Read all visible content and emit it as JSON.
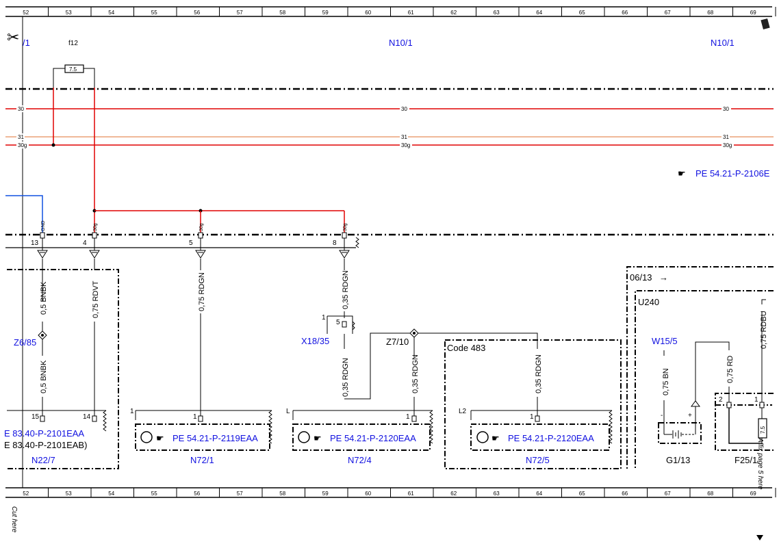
{
  "ruler": {
    "top": [
      "52",
      "53",
      "54",
      "55",
      "56",
      "57",
      "58",
      "59",
      "60",
      "61",
      "62",
      "63",
      "64",
      "65",
      "66",
      "67",
      "68",
      "69"
    ],
    "bottom": [
      "52",
      "53",
      "54",
      "55",
      "56",
      "57",
      "58",
      "59",
      "60",
      "61",
      "62",
      "63",
      "64",
      "65",
      "66",
      "67",
      "68",
      "69"
    ]
  },
  "margins": {
    "cut_here": "Cut here",
    "affix_here": "Affix page 5 here"
  },
  "fuse": {
    "name": "f12",
    "rating": "7.5"
  },
  "modules": {
    "left": "/1",
    "center": "N10/1",
    "right": "N10/1"
  },
  "buses": {
    "b30": "30",
    "b31": "31",
    "b30g": "30g"
  },
  "refs": {
    "top_right": "PE 54.21-P-2106E",
    "n22_a": "E 83.40-P-2101EAA",
    "n22_b": "E 83.40-P-2101EAB)",
    "n72_1": "PE 54.21-P-2119EAA",
    "n72_4": "PE 54.21-P-2120EAA",
    "n72_5": "PE 54.21-P-2120EAA"
  },
  "connector": {
    "pins": [
      "13",
      "4",
      "5",
      "8"
    ],
    "taps": [
      "GND",
      "30g",
      "30g",
      "30g"
    ]
  },
  "wires": {
    "w1a": "0,5 BNBK",
    "w1b": "0,5 BNBK",
    "w2": "0,75 RDVT",
    "w3": "0,75 RDGN",
    "w4a": "0,35 RDGN",
    "w4b": "0,35 RDGN",
    "w5": "0,35 RDGN",
    "w6": "0,35 RDGN",
    "w7": "0,75 BN",
    "w8": "0,75 RD",
    "w9": "0,75 RDBU"
  },
  "components": {
    "z6": "Z6/85",
    "x18": "X18/35",
    "x18_pin1": "1",
    "x18_pin5": "5",
    "z7": "Z7/10",
    "code": "Code 483",
    "dateflag": "06/13",
    "u240": "U240",
    "w15": "W15/5",
    "g1": "G1/13",
    "f25": "F25/1",
    "n22": "N22/7",
    "n72_1": "N72/1",
    "n72_4": "N72/4",
    "n72_5": "N72/5"
  },
  "pins": {
    "n22_15": "15",
    "n22_14": "14",
    "n72_1_box": "1",
    "n72_1_pin": "1",
    "n72_4_box": "L",
    "n72_4_pin": "1",
    "n72_5_box": "L2",
    "n72_5_pin": "1",
    "g1_minus": "-",
    "g1_plus": "+",
    "f25_2": "2",
    "f25_1": "1",
    "f25_rating": "7.5"
  },
  "colors": {
    "wire_red": "#e00000",
    "wire_blue": "#1050e0",
    "bus_31": "#e07030",
    "ref_blue": "#1010e0"
  }
}
